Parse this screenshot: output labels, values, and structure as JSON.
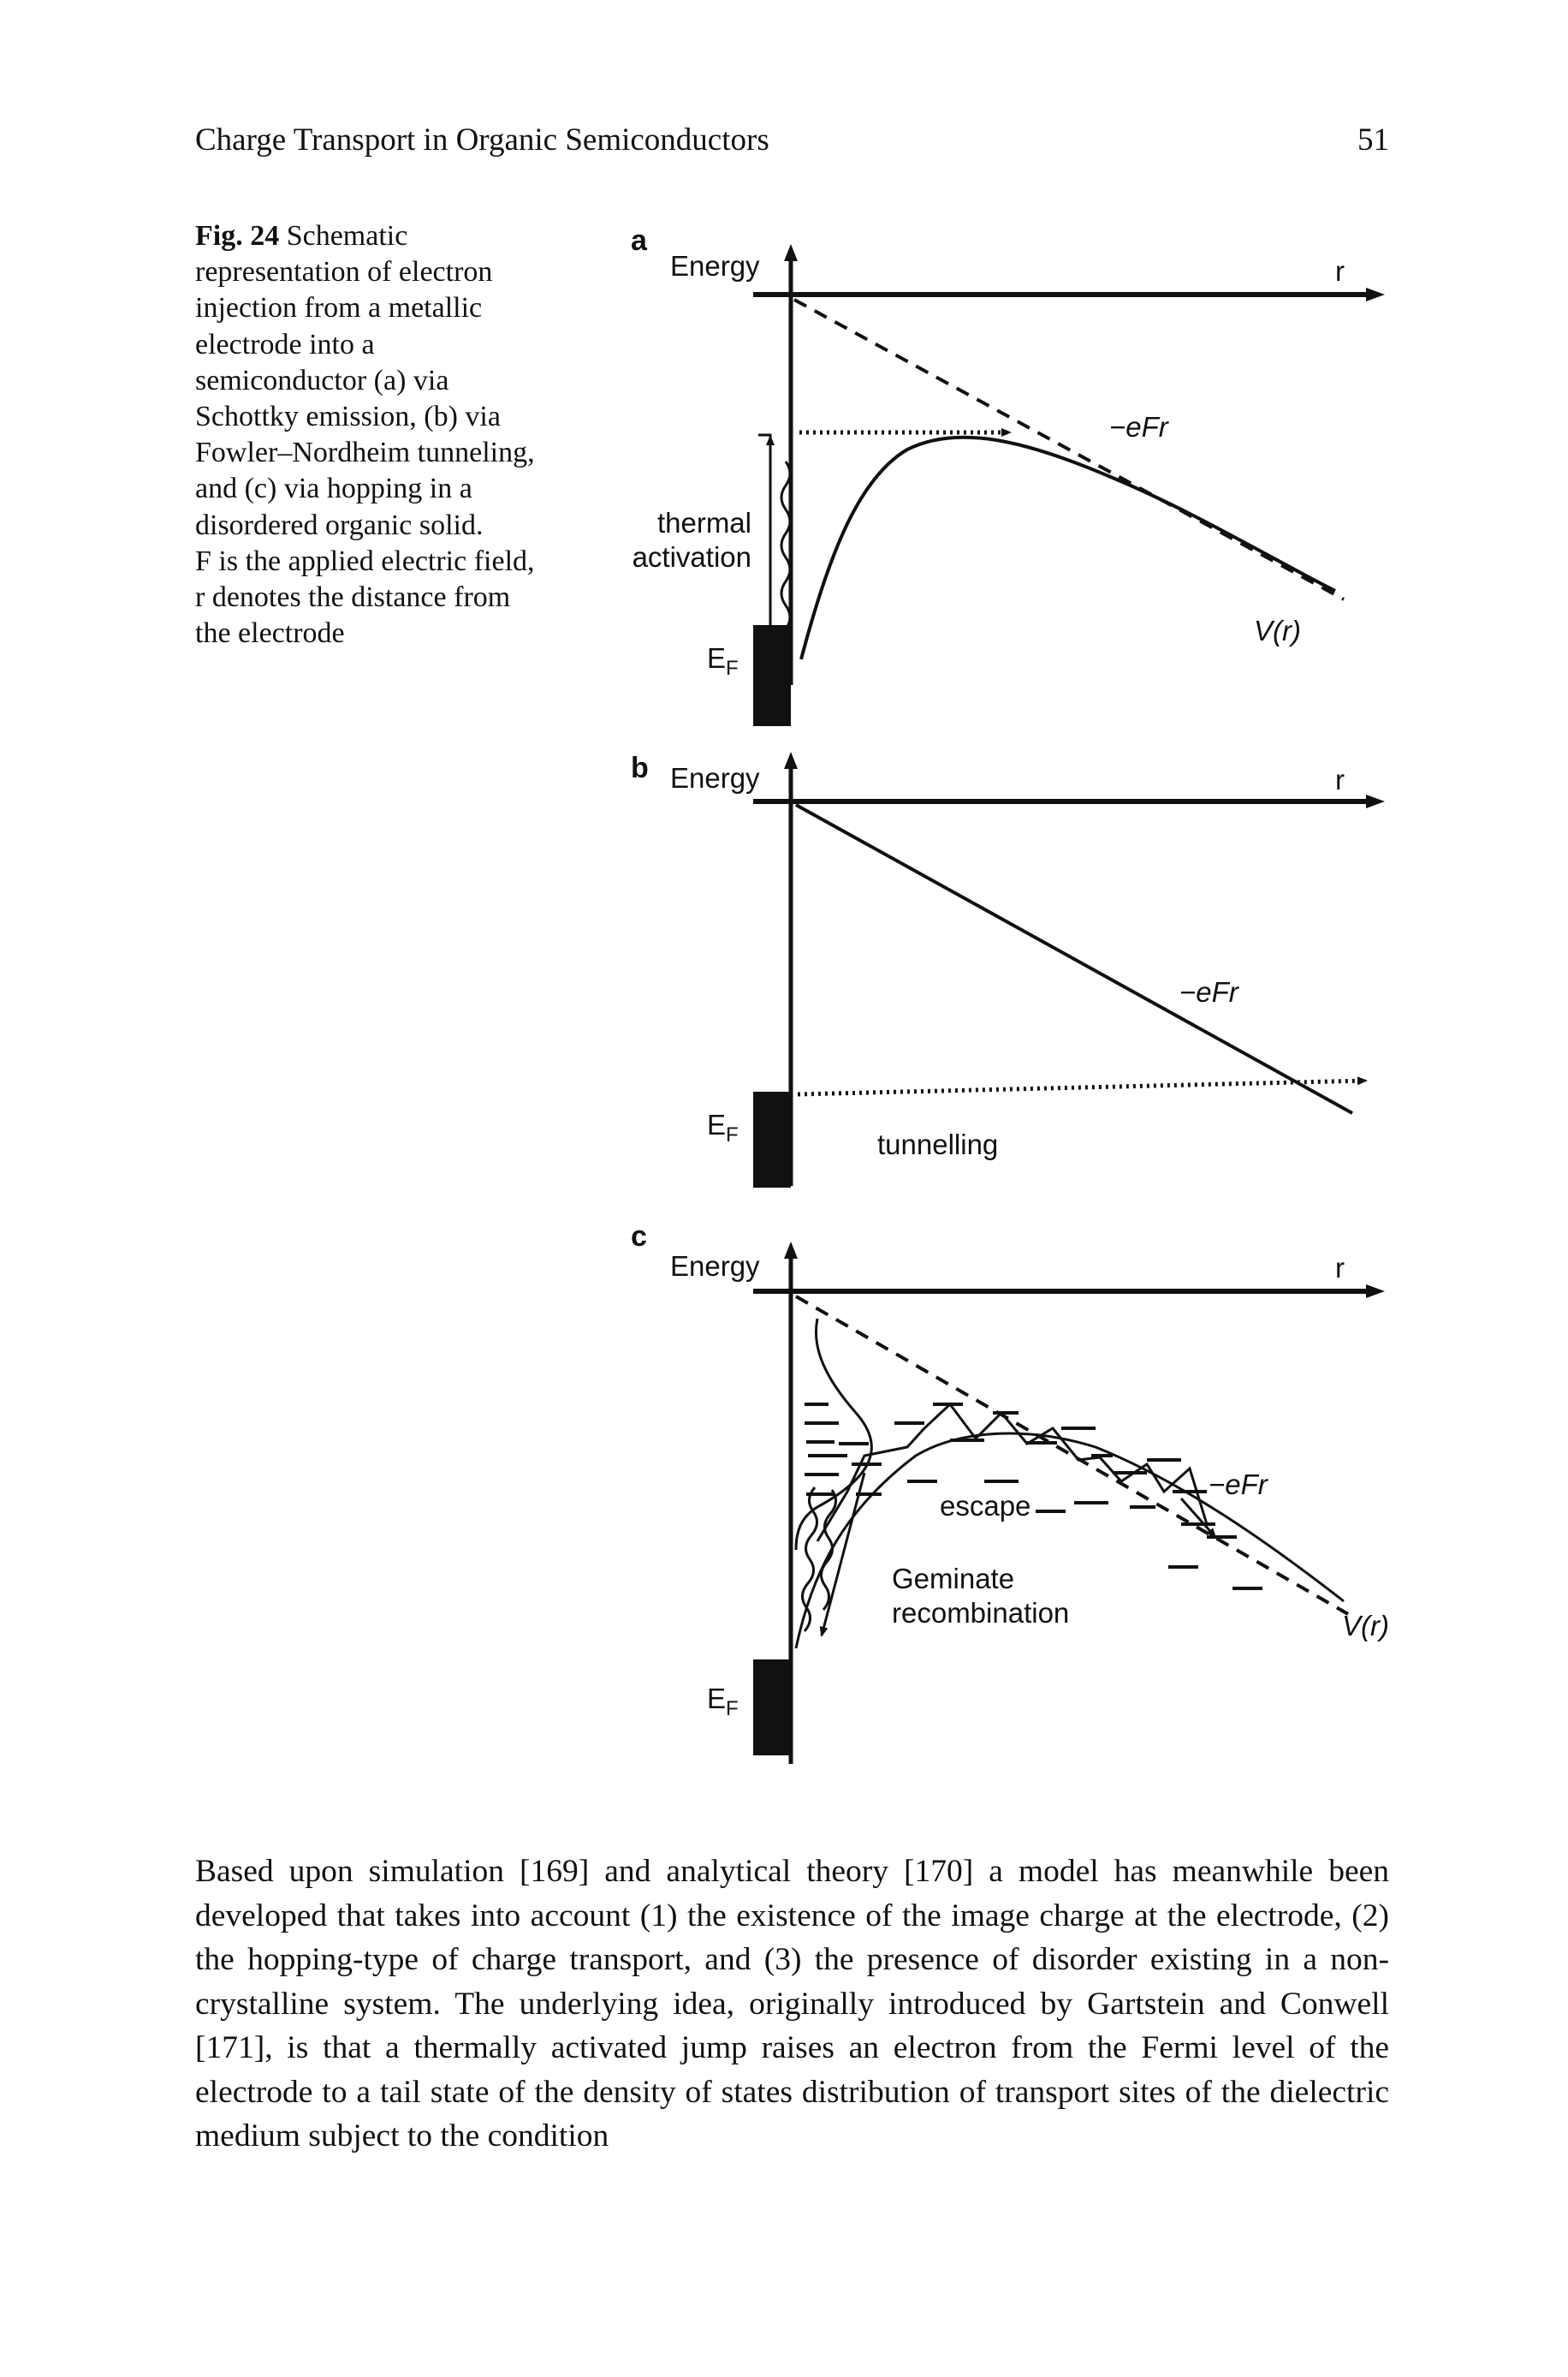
{
  "header": {
    "running_title": "Charge Transport in Organic Semiconductors",
    "page_number": "51"
  },
  "caption": {
    "figure_label": "Fig. 24",
    "lines": [
      "Schematic",
      "representation of electron",
      "injection from a metallic",
      "electrode into a",
      "semiconductor (a) via",
      "Schottky emission, (b) via",
      "Fowler–Nordheim tunneling,",
      "and (c) via hopping in a",
      "disordered organic solid.",
      "F is the applied electric field,",
      "r denotes the distance from",
      "the electrode"
    ]
  },
  "figure": {
    "panel_a": {
      "letter": "a",
      "energy_label": "Energy",
      "r_label": "r",
      "thermal_label": "thermal",
      "activation_label": "activation",
      "fermi_main": "E",
      "fermi_sub": "F",
      "efr_label": "−eFr",
      "vr_label": "V(r)"
    },
    "panel_b": {
      "letter": "b",
      "energy_label": "Energy",
      "r_label": "r",
      "efr_label": "−eFr",
      "fermi_main": "E",
      "fermi_sub": "F",
      "tunnelling_label": "tunnelling"
    },
    "panel_c": {
      "letter": "c",
      "energy_label": "Energy",
      "r_label": "r",
      "efr_label": "−eFr",
      "escape_label": "escape",
      "geminate_label": "Geminate",
      "recombination_label": "recombination",
      "vr_label": "V(r)",
      "fermi_main": "E",
      "fermi_sub": "F"
    }
  },
  "body": {
    "lines": [
      "Based upon simulation [169] and analytical theory [170] a model has meanwhile",
      "been developed that takes into account (1) the existence of the image charge at the",
      "electrode, (2) the hopping-type of charge transport, and (3) the presence of disorder",
      "existing in a non-crystalline system. The underlying idea, originally introduced by",
      "Gartstein and Conwell [171], is that a thermally activated jump raises an electron",
      "from the Fermi level of the electrode to a tail state of the density of states",
      "distribution of transport sites of the dielectric medium subject to the condition"
    ]
  }
}
